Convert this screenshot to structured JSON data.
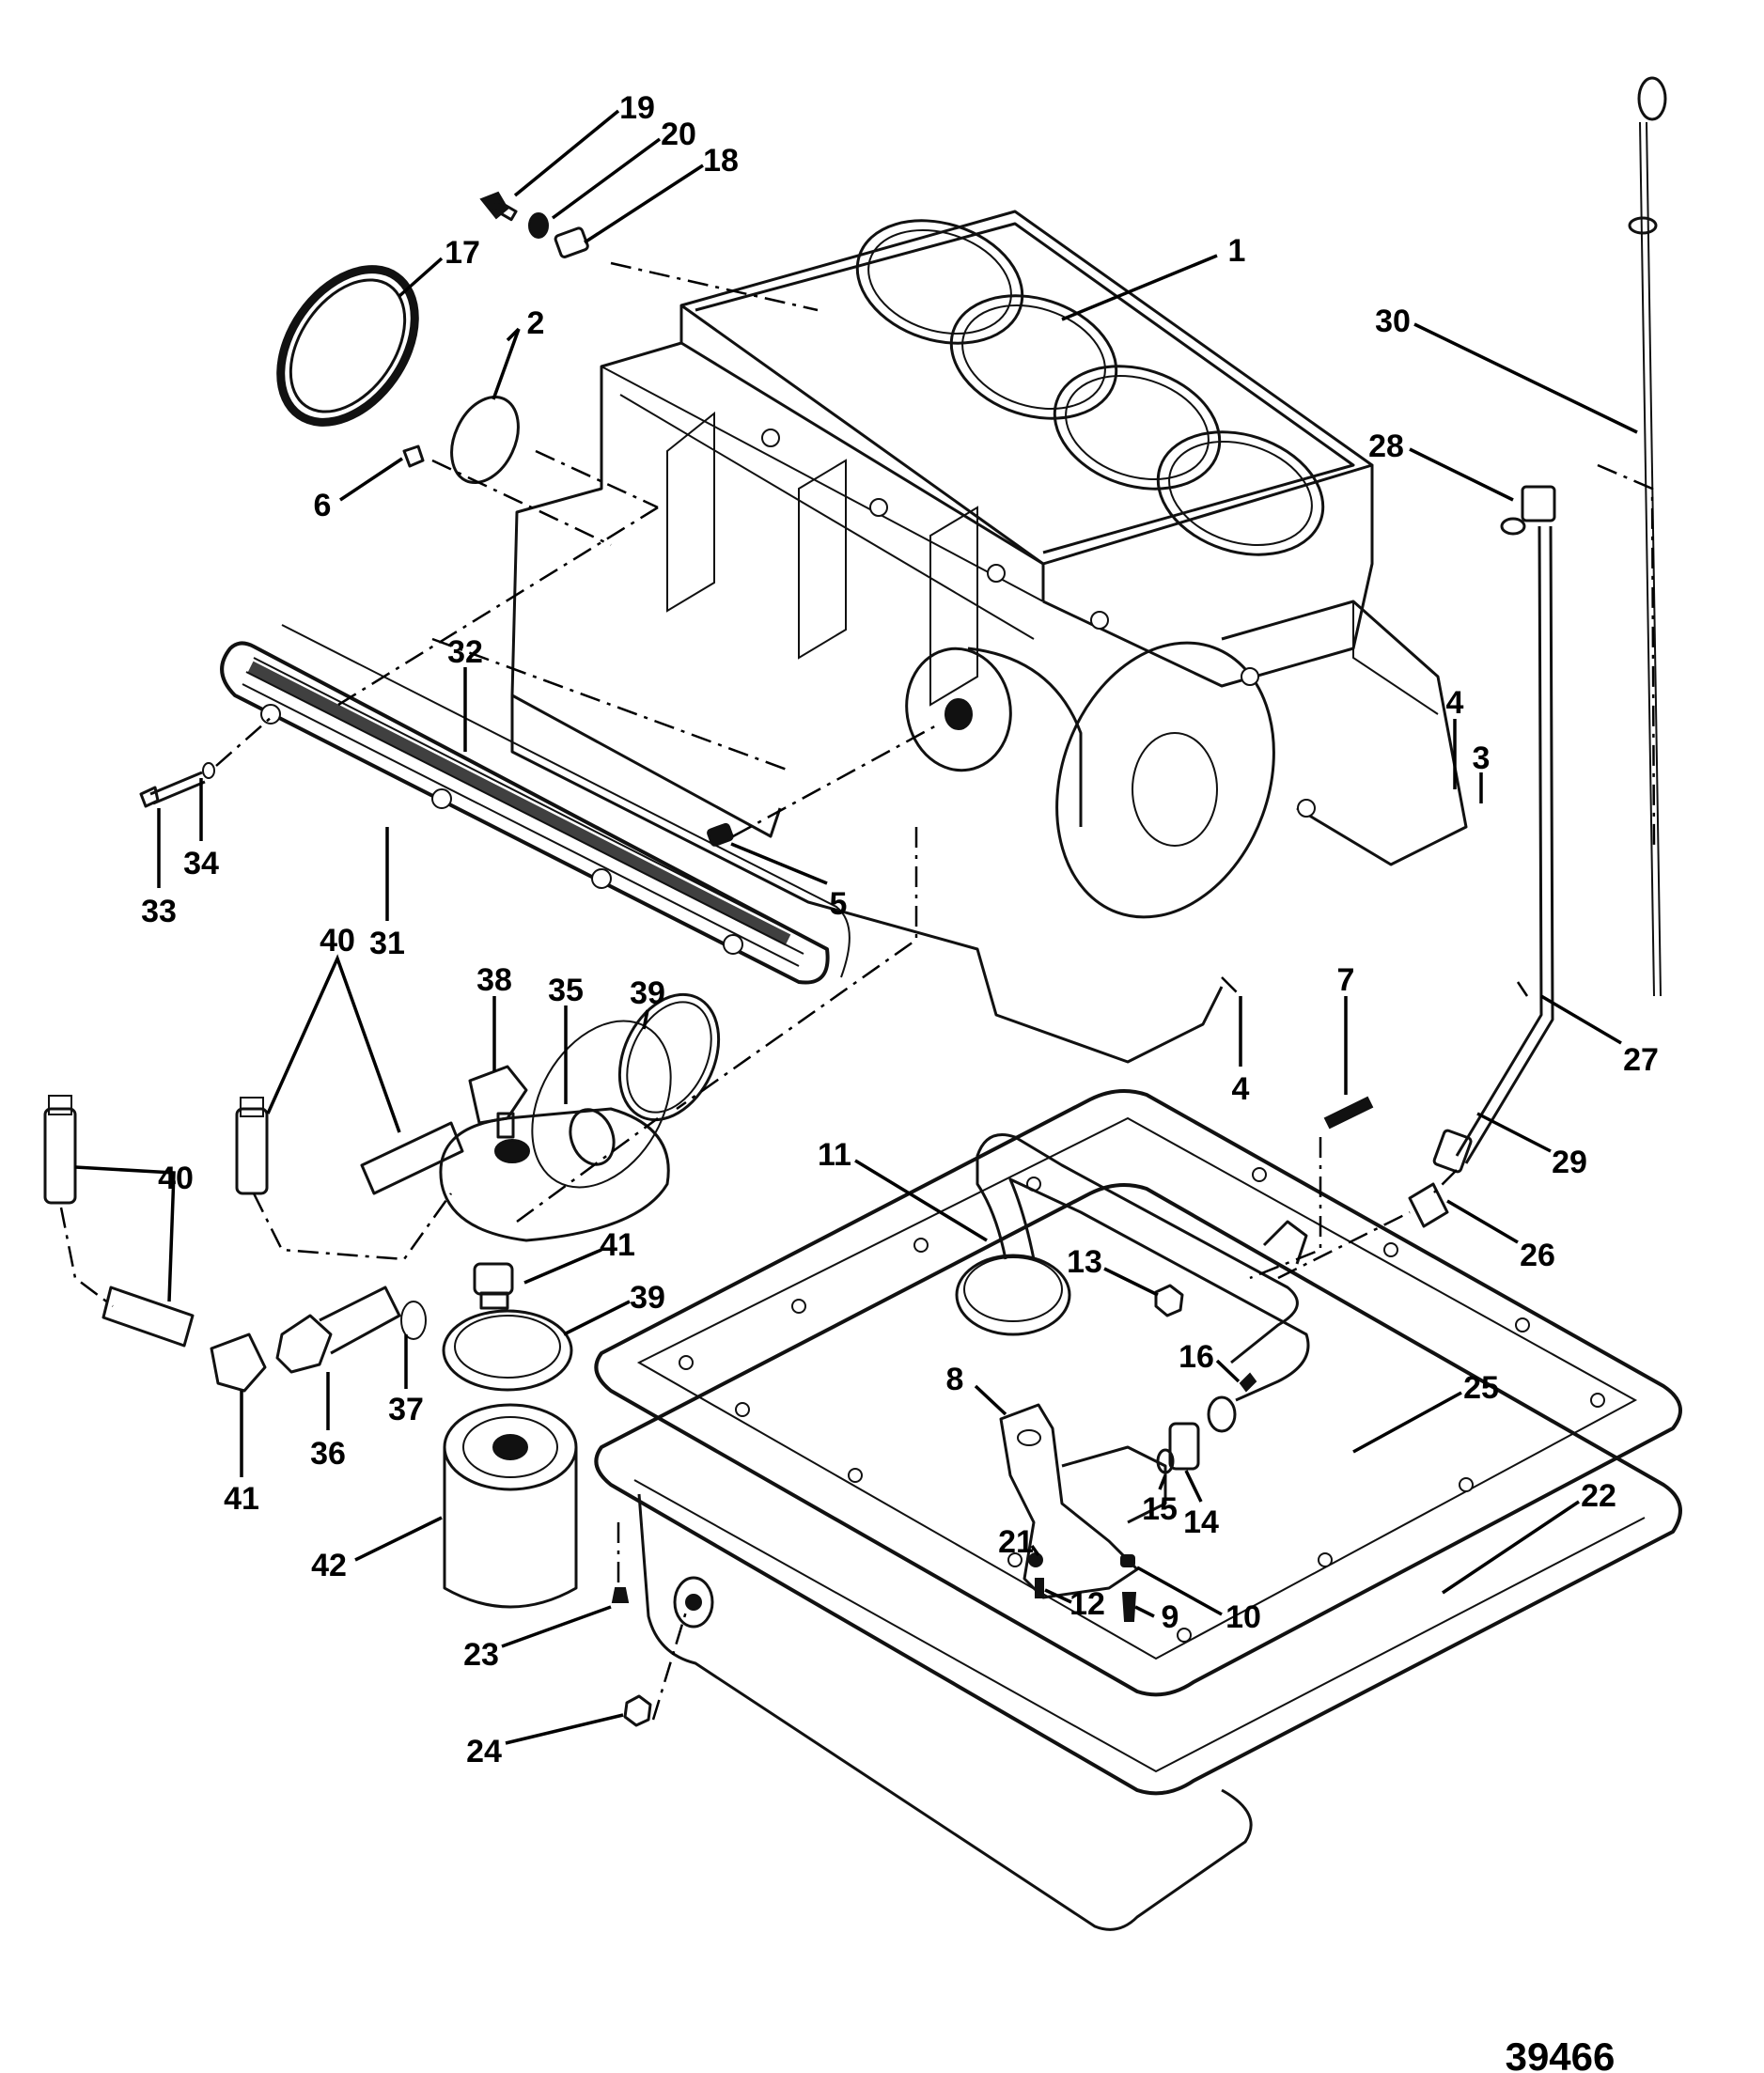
{
  "figure_number": "39466",
  "callouts": [
    {
      "id": "c1",
      "text": "1"
    },
    {
      "id": "c2",
      "text": "2"
    },
    {
      "id": "c3",
      "text": "3"
    },
    {
      "id": "c4a",
      "text": "4"
    },
    {
      "id": "c4b",
      "text": "4"
    },
    {
      "id": "c5",
      "text": "5"
    },
    {
      "id": "c6",
      "text": "6"
    },
    {
      "id": "c7",
      "text": "7"
    },
    {
      "id": "c8",
      "text": "8"
    },
    {
      "id": "c9",
      "text": "9"
    },
    {
      "id": "c10",
      "text": "10"
    },
    {
      "id": "c11",
      "text": "11"
    },
    {
      "id": "c12",
      "text": "12"
    },
    {
      "id": "c13",
      "text": "13"
    },
    {
      "id": "c14",
      "text": "14"
    },
    {
      "id": "c15",
      "text": "15"
    },
    {
      "id": "c16",
      "text": "16"
    },
    {
      "id": "c17",
      "text": "17"
    },
    {
      "id": "c18",
      "text": "18"
    },
    {
      "id": "c19",
      "text": "19"
    },
    {
      "id": "c20",
      "text": "20"
    },
    {
      "id": "c21",
      "text": "21"
    },
    {
      "id": "c22",
      "text": "22"
    },
    {
      "id": "c23",
      "text": "23"
    },
    {
      "id": "c24",
      "text": "24"
    },
    {
      "id": "c25",
      "text": "25"
    },
    {
      "id": "c26",
      "text": "26"
    },
    {
      "id": "c27",
      "text": "27"
    },
    {
      "id": "c28",
      "text": "28"
    },
    {
      "id": "c29",
      "text": "29"
    },
    {
      "id": "c30",
      "text": "30"
    },
    {
      "id": "c31",
      "text": "31"
    },
    {
      "id": "c32",
      "text": "32"
    },
    {
      "id": "c33",
      "text": "33"
    },
    {
      "id": "c34",
      "text": "34"
    },
    {
      "id": "c35",
      "text": "35"
    },
    {
      "id": "c36",
      "text": "36"
    },
    {
      "id": "c37",
      "text": "37"
    },
    {
      "id": "c38",
      "text": "38"
    },
    {
      "id": "c39a",
      "text": "39"
    },
    {
      "id": "c39b",
      "text": "39"
    },
    {
      "id": "c40a",
      "text": "40"
    },
    {
      "id": "c40b",
      "text": "40"
    },
    {
      "id": "c41a",
      "text": "41"
    },
    {
      "id": "c41b",
      "text": "41"
    },
    {
      "id": "c42",
      "text": "42"
    }
  ]
}
